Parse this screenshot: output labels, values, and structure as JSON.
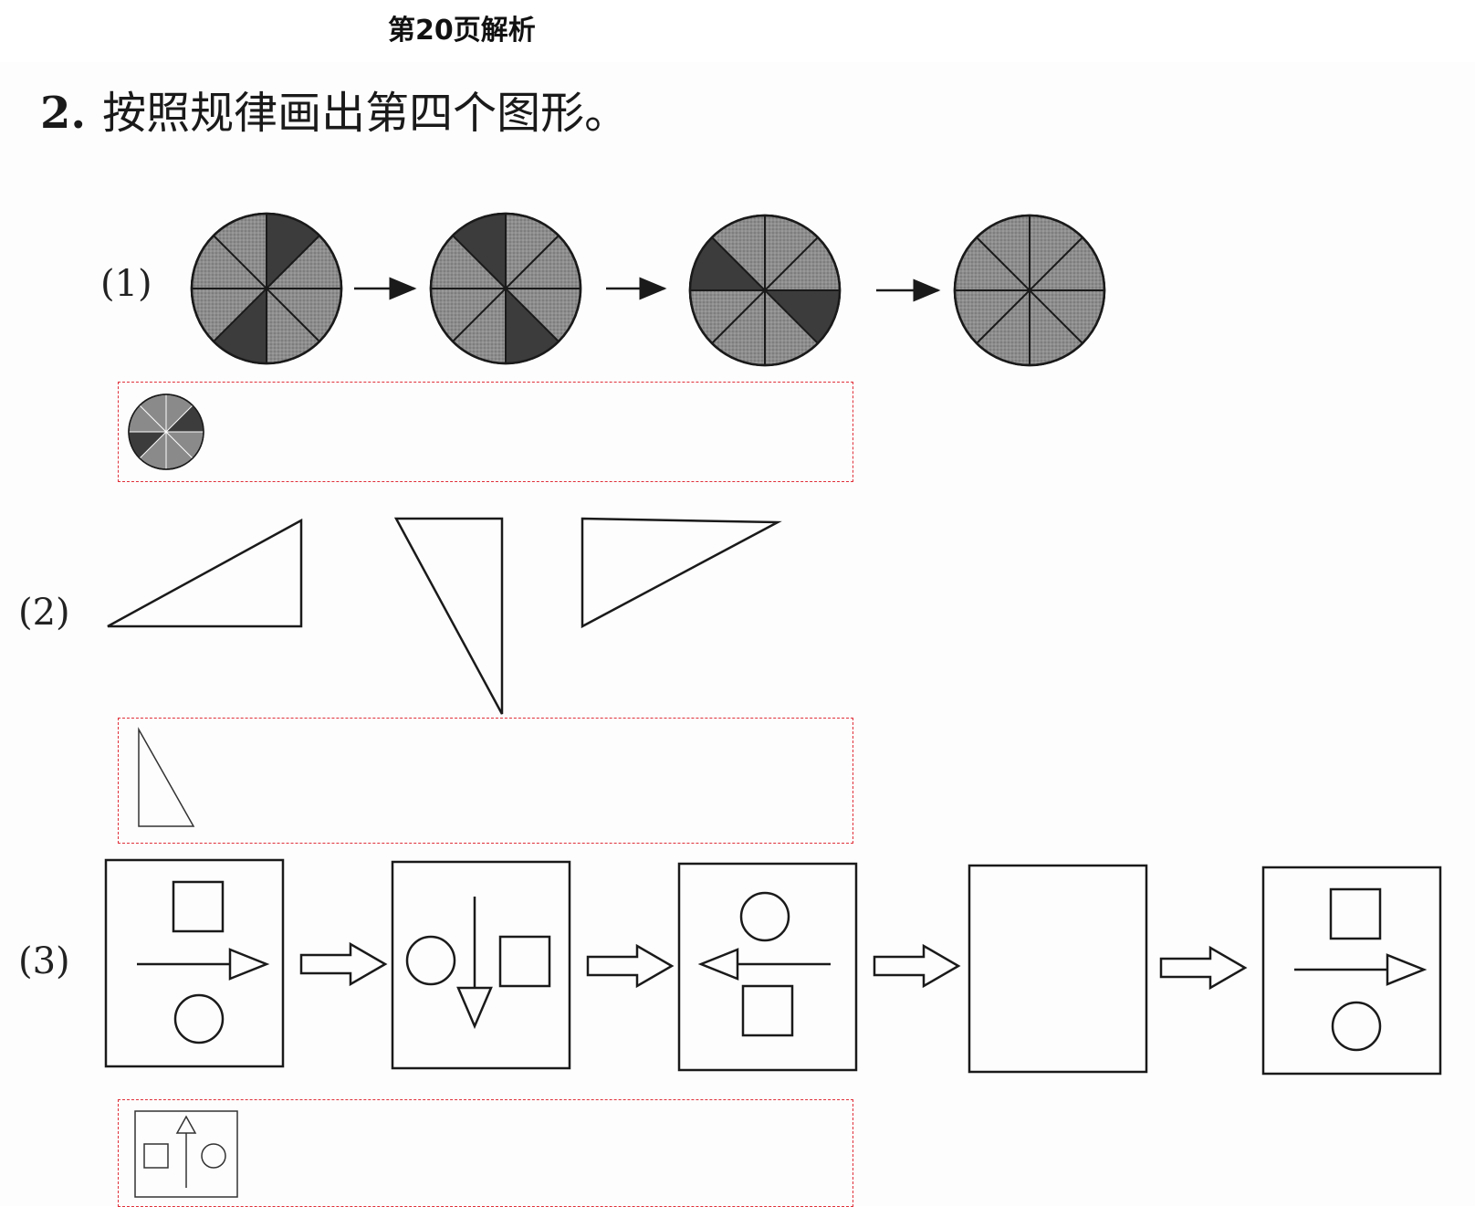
{
  "header": {
    "title": "第20页解析"
  },
  "question": {
    "number": "2.",
    "text": "按照规律画出第四个图形。"
  },
  "parts": [
    {
      "label": "(1)"
    },
    {
      "label": "(2)"
    },
    {
      "label": "(3)"
    }
  ],
  "colors": {
    "answer_border": "#e0303a",
    "dark_sector": "#3c3c3c",
    "light_sector": "#8a8a8a",
    "line": "#1a1a1a"
  }
}
